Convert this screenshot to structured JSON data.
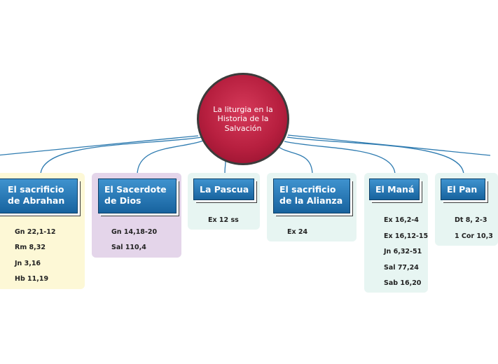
{
  "root": {
    "label": "La liturgia en la Historia de la Salvación"
  },
  "colors": {
    "node_top": "#3f93cf",
    "node_bottom": "#17639e",
    "center": "#b71f3f",
    "panel_yellow": "#fdf8d6",
    "panel_purple": "#e4d5ea",
    "panel_mint": "#e7f5f2",
    "connector": "#2e7bb0"
  },
  "branches": [
    {
      "label": "El sacrificio de Abrahan",
      "items": [
        "Gn 22,1-12",
        "Rm 8,32",
        "Jn 3,16",
        "Hb 11,19"
      ]
    },
    {
      "label": "El Sacerdote de Dios",
      "items": [
        "Gn 14,18-20",
        "Sal 110,4"
      ]
    },
    {
      "label": "La Pascua",
      "items": [
        "Ex 12 ss"
      ]
    },
    {
      "label": "El sacrificio de la Alianza",
      "items": [
        "Ex 24"
      ]
    },
    {
      "label": "El Maná",
      "items": [
        "Ex 16,2-4",
        "Ex 16,12-15",
        "Jn 6,32-51",
        "Sal 77,24",
        "Sab 16,20"
      ]
    },
    {
      "label": "El Pan",
      "items": [
        "Dt 8, 2-3",
        "1 Cor 10,3"
      ]
    }
  ]
}
